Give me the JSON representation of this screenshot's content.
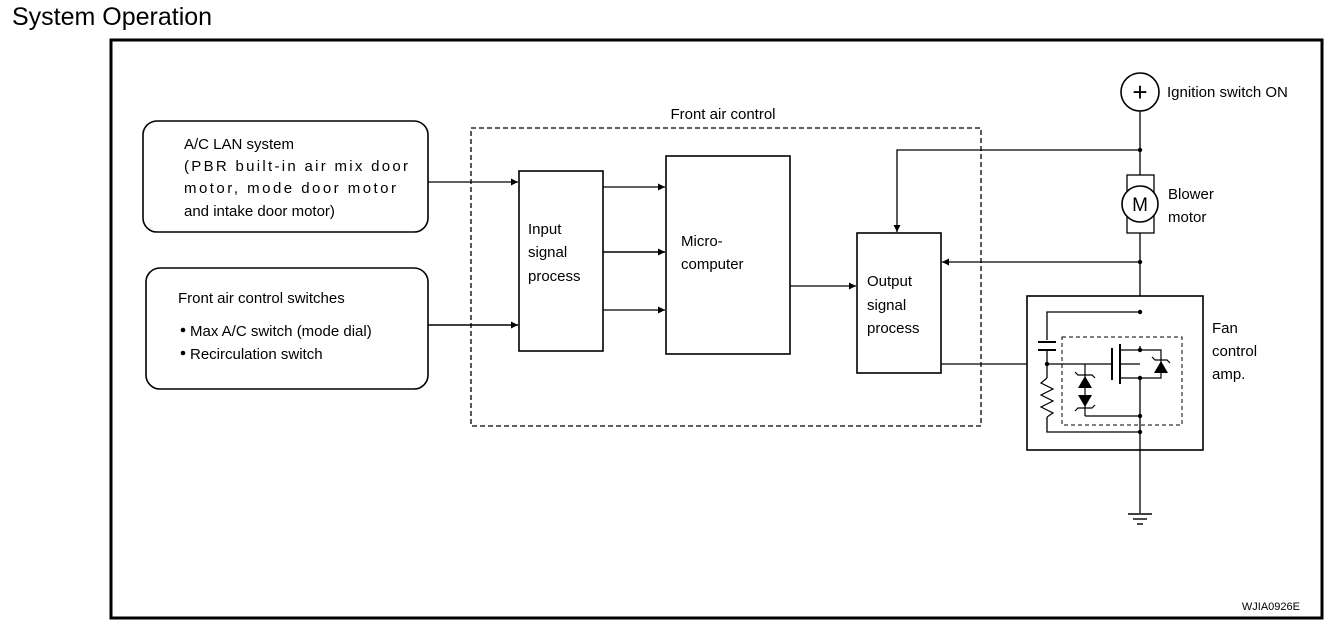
{
  "heading": "System Operation",
  "diagram": {
    "group_label": "Front air control",
    "lan_box": [
      "A/C LAN system",
      "(PBR built-in air mix door",
      "motor, mode door motor",
      "and intake door motor)"
    ],
    "switch_box": {
      "title": "Front air control switches",
      "items": [
        "Max A/C switch (mode dial)",
        "Recirculation switch"
      ]
    },
    "input_box": [
      "Input",
      "signal",
      "process"
    ],
    "micro_box": [
      "Micro-",
      "computer"
    ],
    "output_box": [
      "Output",
      "signal",
      "process"
    ],
    "ignition_label": "Ignition switch ON",
    "plus_symbol": "+",
    "motor_symbol": "M",
    "blower_label": [
      "Blower",
      "motor"
    ],
    "fan_label": [
      "Fan",
      "control",
      "amp."
    ],
    "figure_code": "WJIA0926E"
  }
}
